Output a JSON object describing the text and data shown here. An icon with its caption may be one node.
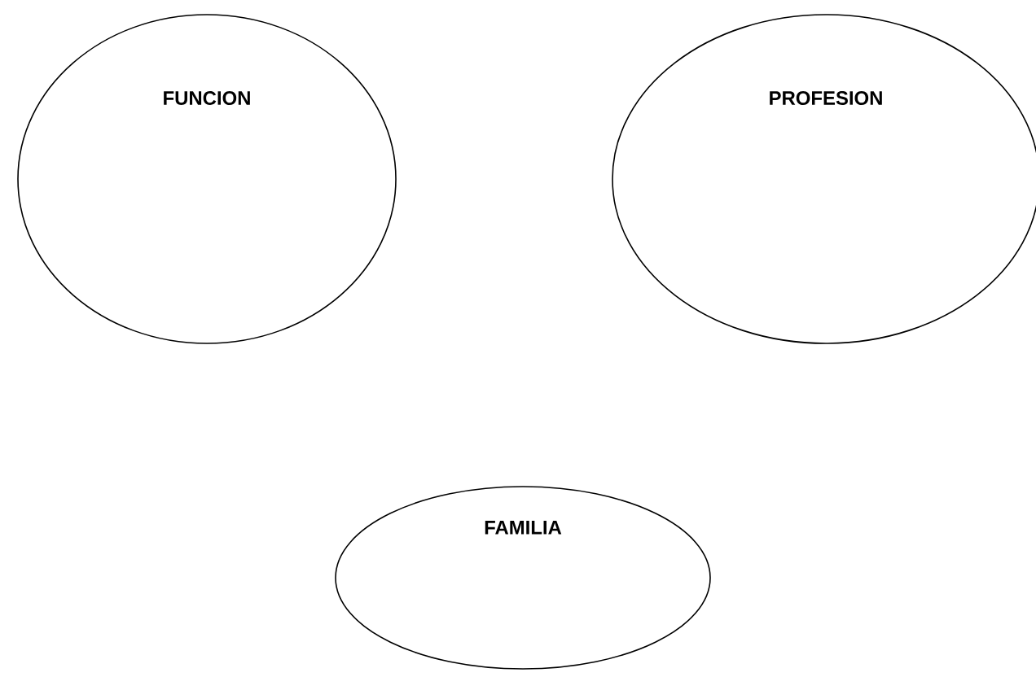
{
  "diagram": {
    "nodes": [
      {
        "text": [
          "FUNCION"
        ]
      },
      {
        "text": [
          "PROFESION"
        ]
      },
      {
        "text": [
          "FAMILIA"
        ]
      }
    ]
  }
}
